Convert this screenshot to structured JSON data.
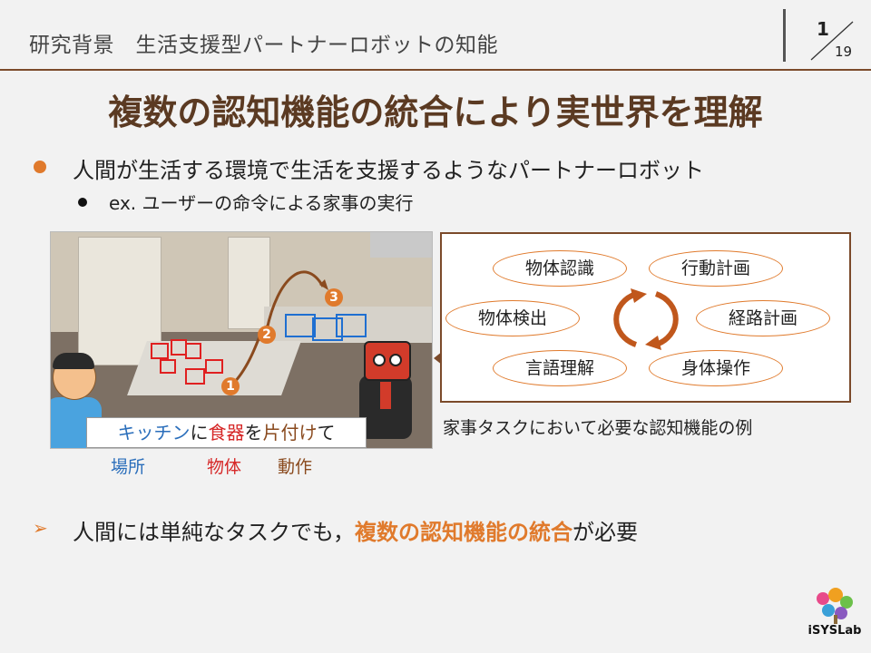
{
  "header": {
    "title": "研究背景　生活支援型パートナーロボットの知能"
  },
  "page": {
    "current": "1",
    "total": "19"
  },
  "slide_title": "複数の認知機能の統合により実世界を理解",
  "bullets": {
    "main": "人間が生活する環境で生活を支援するようなパートナーロボット",
    "sub": "ex. ユーザーの命令による家事の実行"
  },
  "photo": {
    "step_numbers": [
      "1",
      "2",
      "3"
    ]
  },
  "speech": {
    "place": "キッチン",
    "p1": "に",
    "object": "食器",
    "p2": "を",
    "action": "片付け",
    "p3": "て"
  },
  "speech_labels": {
    "place": "場所",
    "object": "物体",
    "action": "動作"
  },
  "cognitive_panel": {
    "functions": [
      "物体認識",
      "行動計画",
      "物体検出",
      "経路計画",
      "言語理解",
      "身体操作"
    ],
    "caption": "家事タスクにおいて必要な認知機能の例"
  },
  "conclusion": {
    "prefix": "人間には単純なタスクでも，",
    "highlight": "複数の認知機能の統合",
    "suffix": "が必要"
  },
  "logo": {
    "text": "iSYSLab"
  },
  "colors": {
    "accent": "#e07a2c",
    "brown": "#7b4a2a",
    "title": "#5b3a22",
    "place": "#2a6ebb",
    "object": "#d62828",
    "action": "#8a4a1e"
  },
  "icons": {
    "bullet_main": "orange-dot",
    "bullet_sub": "black-dot",
    "bullet_conclusion": "orange-arrowhead",
    "cycle": "circular-arrows"
  }
}
